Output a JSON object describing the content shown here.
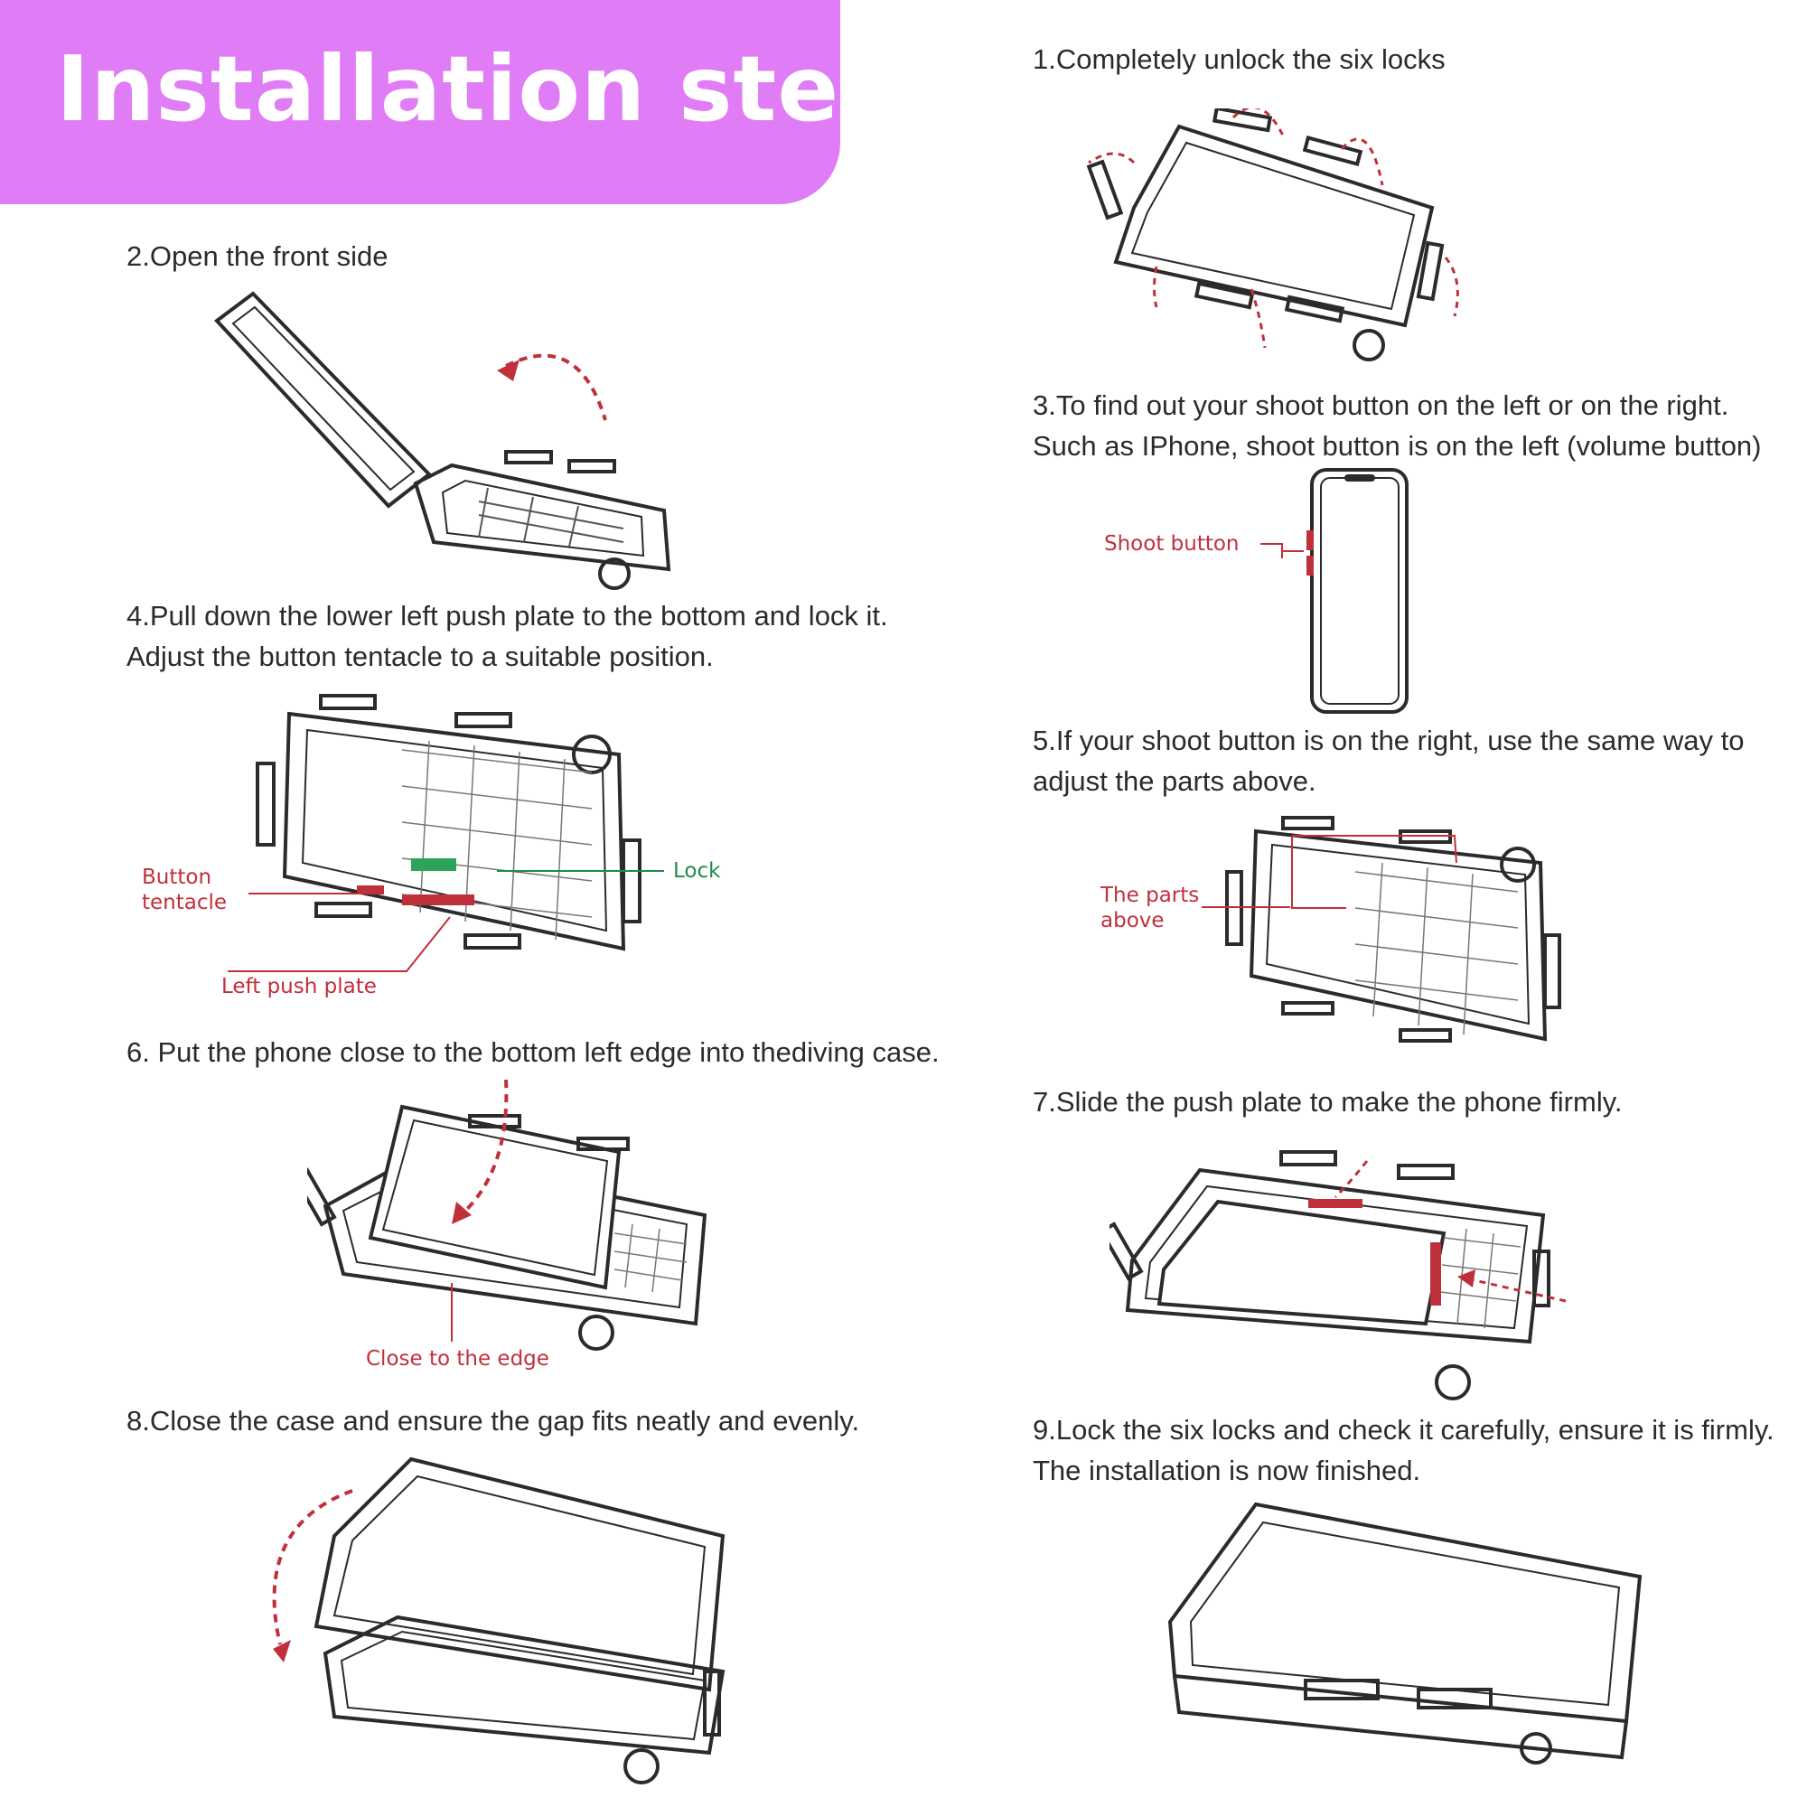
{
  "header": {
    "title": "Installation steps",
    "color": "#e07cf5"
  },
  "steps": [
    {
      "number": 1,
      "lines": [
        "1.Completely unlock the six locks"
      ]
    },
    {
      "number": 2,
      "lines": [
        "2.Open the front side"
      ]
    },
    {
      "number": 3,
      "lines": [
        "3.To find out your shoot button on the left or on the right.",
        "Such as IPhone, shoot button is on the left (volume button)"
      ]
    },
    {
      "number": 4,
      "lines": [
        "4.Pull down the lower left push plate to the bottom and lock it.",
        " Adjust the button tentacle to a suitable position."
      ]
    },
    {
      "number": 5,
      "lines": [
        "5.If your shoot button is on the right, use the same way to",
        "adjust the parts above."
      ]
    },
    {
      "number": 6,
      "lines": [
        "6. Put the phone close to the bottom left edge into thediving case."
      ]
    },
    {
      "number": 7,
      "lines": [
        "7.Slide the push plate to make the phone firmly."
      ]
    },
    {
      "number": 8,
      "lines": [
        "8.Close the case and ensure the gap fits neatly and evenly."
      ]
    },
    {
      "number": 9,
      "lines": [
        "9.Lock the six locks and check it carefully, ensure it is firmly.",
        "The installation is now finished."
      ]
    }
  ],
  "annotations": {
    "shoot_button": "Shoot button",
    "button_tentacle": [
      "Button",
      "tentacle"
    ],
    "lock": "Lock",
    "left_push_plate": "Left push plate",
    "parts_above": [
      "The parts",
      "above"
    ],
    "close_to_edge": "Close to the edge"
  },
  "colors": {
    "annotation_red": "#c0303b",
    "annotation_green": "#1f8a4a",
    "line_art": "#2b2b2b"
  }
}
